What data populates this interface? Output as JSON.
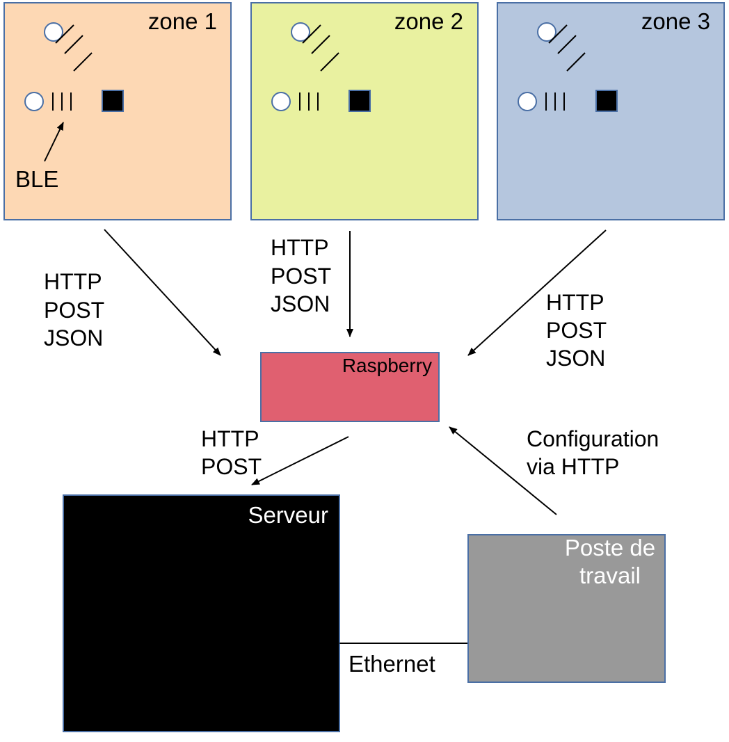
{
  "zones": [
    {
      "title": "zone 1",
      "color": "#fdd8b4"
    },
    {
      "title": "zone 2",
      "color": "#e9f1a0"
    },
    {
      "title": "zone 3",
      "color": "#b5c6de"
    }
  ],
  "ble_label": "BLE",
  "raspberry": {
    "label": "Raspberry",
    "color": "#e06070"
  },
  "serveur": {
    "label": "Serveur",
    "color": "#000000"
  },
  "poste": {
    "line1": "Poste de",
    "line2": "travail",
    "color": "#999999"
  },
  "protocol_labels": {
    "zone1": [
      "HTTP",
      "POST",
      "JSON"
    ],
    "zone2": [
      "HTTP",
      "POST",
      "JSON"
    ],
    "zone3": [
      "HTTP",
      "POST",
      "JSON"
    ],
    "to_serveur": [
      "HTTP",
      "POST"
    ]
  },
  "config_label": [
    "Configuration",
    "via HTTP"
  ],
  "ethernet_label": "Ethernet",
  "colors": {
    "border": "#4a6fa5",
    "line": "#000000"
  }
}
